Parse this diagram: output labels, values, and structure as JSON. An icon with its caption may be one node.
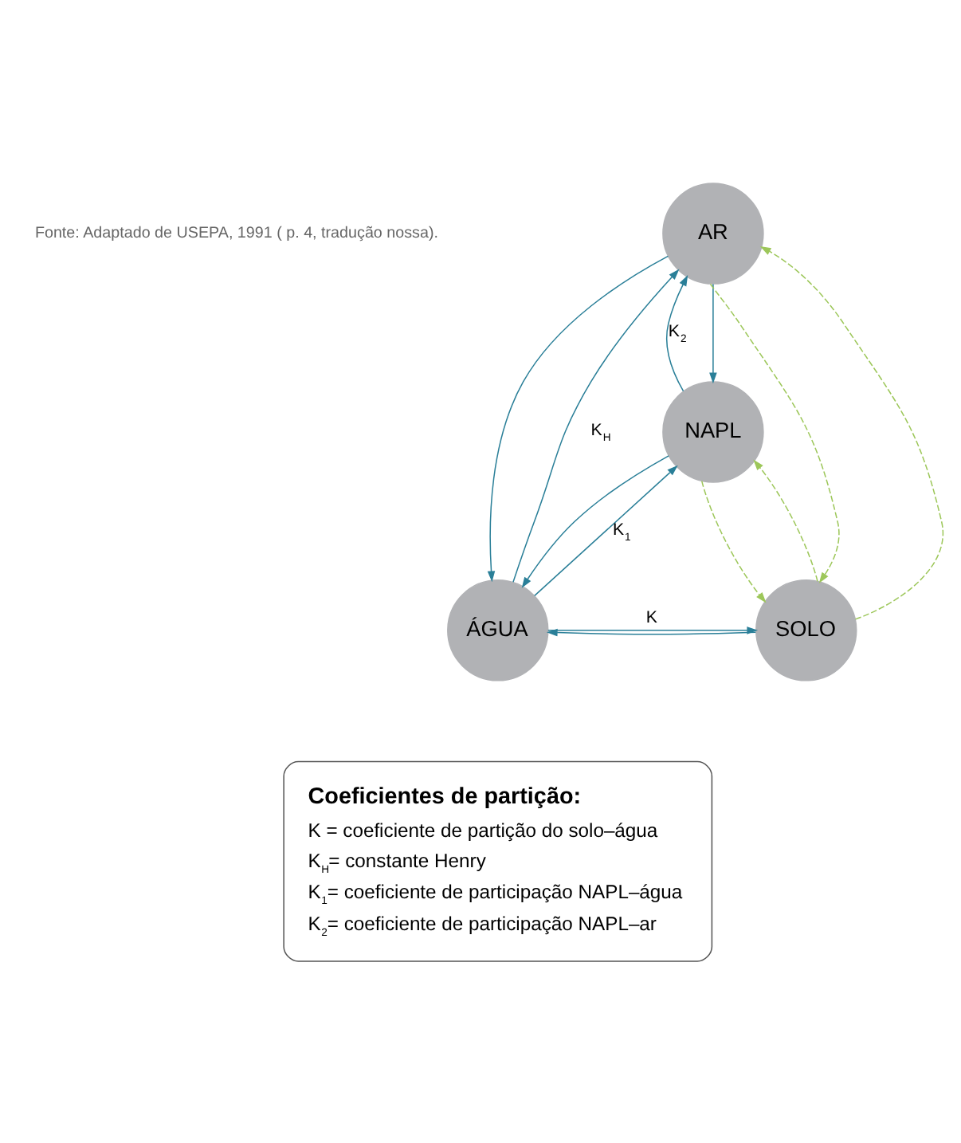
{
  "diagram": {
    "nodes": [
      {
        "text": [
          "AR"
        ]
      },
      {
        "text": [
          "NAPL"
        ]
      },
      {
        "text": [
          "ÁGUA"
        ]
      },
      {
        "text": [
          "SOLO"
        ]
      },
      {
        "text": [
          "Coeficientes de partição:",
          "K = coeficiente de partição do solo–água",
          "K$_{H}$= constante Henry",
          "K$_{1}$= coeficiente de participação NAPL–água",
          "K$_{2}$= coeficiente de participação NAPL–ar"
        ]
      }
    ],
    "edges": [
      {
        "from": 2,
        "to": 0,
        "arrow": "to",
        "label": "K$_{H}$"
      },
      {
        "from": 0,
        "to": 2,
        "arrow": "to"
      },
      {
        "from": 2,
        "to": 1,
        "arrow": "to",
        "label": "K$_{1}$"
      },
      {
        "from": 1,
        "to": 2,
        "arrow": "to"
      },
      {
        "from": 1,
        "to": 0,
        "arrow": "to",
        "label": "K$_{2}$"
      },
      {
        "from": 0,
        "to": 1,
        "arrow": "to"
      },
      {
        "from": 2,
        "to": 3,
        "arrow": "to",
        "label": "K"
      },
      {
        "from": 3,
        "to": 2,
        "arrow": "to"
      },
      {
        "from": 3,
        "to": 0,
        "arrow": "to",
        "style": "dashed",
        "color": "#9dc75a"
      },
      {
        "from": 0,
        "to": 3,
        "arrow": "to",
        "style": "dashed",
        "color": "#9dc75a"
      },
      {
        "from": 3,
        "to": 1,
        "arrow": "to",
        "style": "dashed",
        "color": "#9dc75a"
      },
      {
        "from": 1,
        "to": 3,
        "arrow": "to",
        "style": "dashed",
        "color": "#9dc75a"
      }
    ],
    "labels": [
      "Fonte: Adaptado de USEPA, 1991 ( p. 4, tradução nossa)."
    ]
  }
}
